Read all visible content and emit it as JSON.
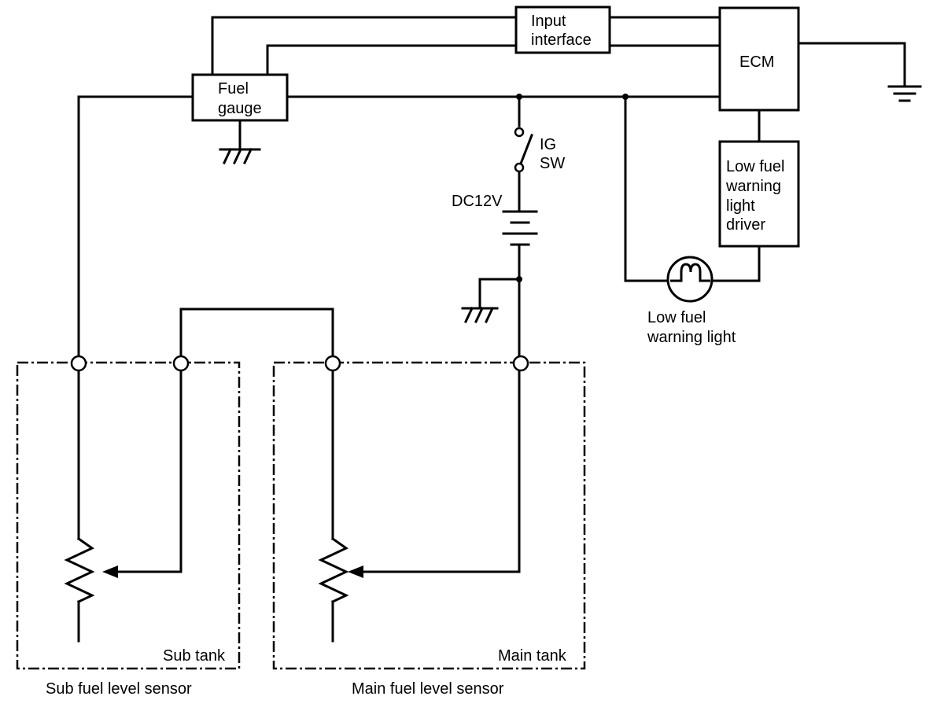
{
  "diagram": {
    "components": {
      "input_interface": [
        "Input",
        "interface"
      ],
      "ecm": "ECM",
      "fuel_gauge": [
        "Fuel",
        "gauge"
      ],
      "ig_switch": [
        "IG",
        "SW"
      ],
      "battery": "DC12V",
      "low_fuel_driver": [
        "Low fuel",
        "warning",
        "light",
        "driver"
      ],
      "low_fuel_light": [
        "Low fuel",
        "warning light"
      ]
    },
    "tanks": {
      "sub_tank": "Sub tank",
      "main_tank": "Main tank"
    },
    "sensors": {
      "sub_sensor": "Sub fuel level sensor",
      "main_sensor": "Main fuel level sensor"
    }
  }
}
